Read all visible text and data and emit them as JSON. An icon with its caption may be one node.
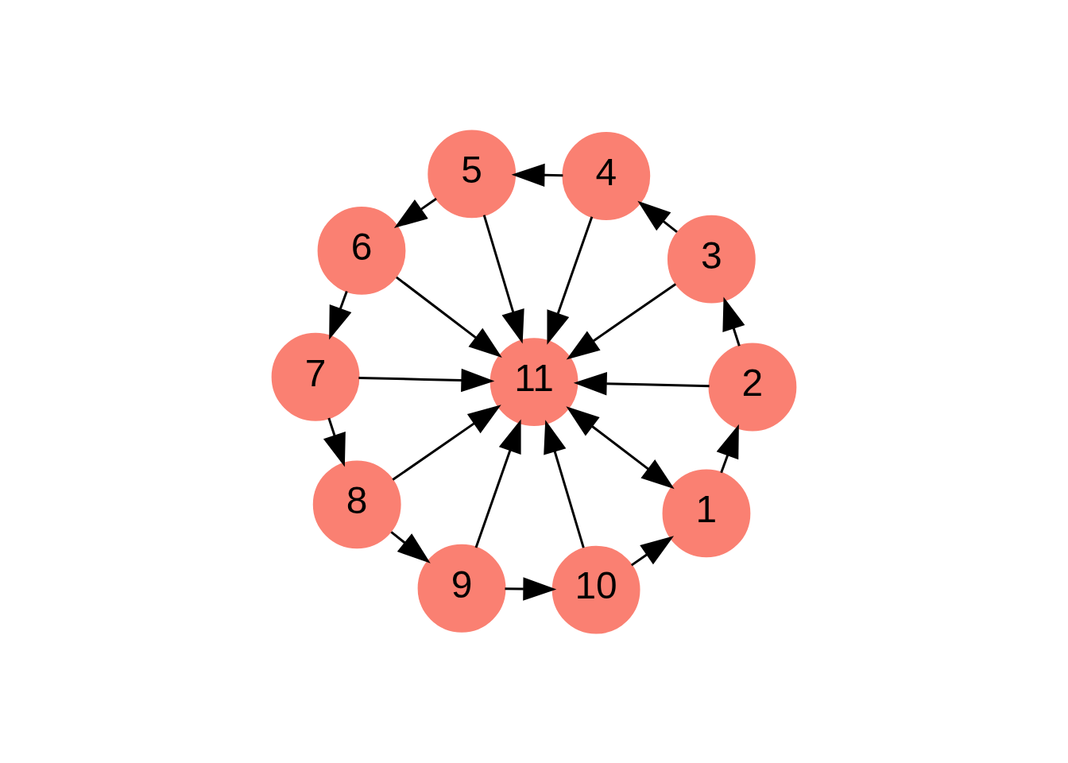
{
  "diagram": {
    "nodes": [
      {
        "text": [
          "1"
        ]
      },
      {
        "text": [
          "2"
        ]
      },
      {
        "text": [
          "3"
        ]
      },
      {
        "text": [
          "4"
        ]
      },
      {
        "text": [
          "5"
        ]
      },
      {
        "text": [
          "6"
        ]
      },
      {
        "text": [
          "7"
        ]
      },
      {
        "text": [
          "8"
        ]
      },
      {
        "text": [
          "9"
        ]
      },
      {
        "text": [
          "10"
        ]
      },
      {
        "text": [
          "11"
        ]
      }
    ],
    "edges": [
      {
        "from": 9,
        "to": 0,
        "arrow": "to"
      },
      {
        "from": 0,
        "to": 1,
        "arrow": "to"
      },
      {
        "from": 1,
        "to": 2,
        "arrow": "to"
      },
      {
        "from": 2,
        "to": 3,
        "arrow": "to"
      },
      {
        "from": 3,
        "to": 4,
        "arrow": "to"
      },
      {
        "from": 4,
        "to": 5,
        "arrow": "to"
      },
      {
        "from": 5,
        "to": 6,
        "arrow": "to"
      },
      {
        "from": 6,
        "to": 7,
        "arrow": "to"
      },
      {
        "from": 7,
        "to": 8,
        "arrow": "to"
      },
      {
        "from": 8,
        "to": 9,
        "arrow": "to"
      },
      {
        "from": 10,
        "to": 0,
        "arrow": "both"
      },
      {
        "from": 1,
        "to": 10,
        "arrow": "to"
      },
      {
        "from": 2,
        "to": 10,
        "arrow": "to"
      },
      {
        "from": 3,
        "to": 10,
        "arrow": "to"
      },
      {
        "from": 4,
        "to": 10,
        "arrow": "to"
      },
      {
        "from": 5,
        "to": 10,
        "arrow": "to"
      },
      {
        "from": 6,
        "to": 10,
        "arrow": "to"
      },
      {
        "from": 7,
        "to": 10,
        "arrow": "to"
      },
      {
        "from": 8,
        "to": 10,
        "arrow": "to"
      },
      {
        "from": 9,
        "to": 10,
        "arrow": "to"
      }
    ]
  }
}
